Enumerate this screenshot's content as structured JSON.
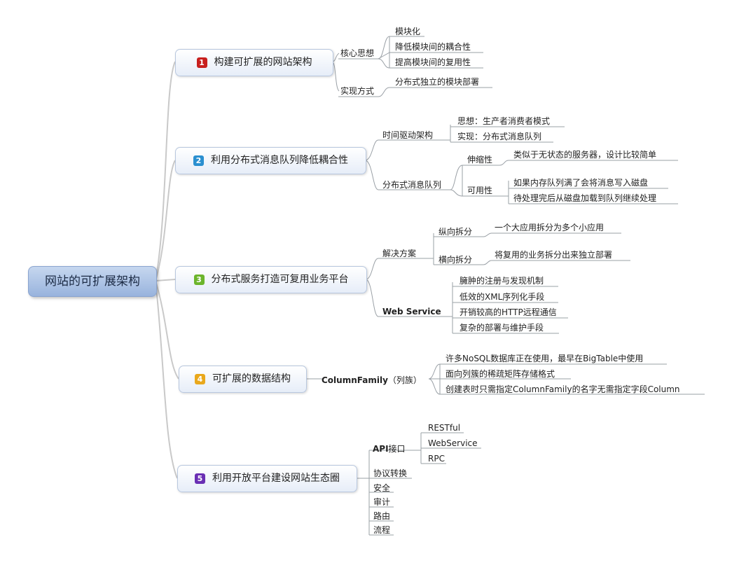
{
  "central": "网站的可扩展架构",
  "topics": [
    {
      "num": "1",
      "badge_color": "#c8201e",
      "label": "构建可扩展的网站架构",
      "children": [
        {
          "label": "核心思想",
          "children": [
            "模块化",
            "降低模块间的耦合性",
            "提高模块间的复用性"
          ]
        },
        {
          "label": "实现方式",
          "children": [
            "分布式独立的模块部署"
          ]
        }
      ]
    },
    {
      "num": "2",
      "badge_color": "#2a8fd0",
      "label": "利用分布式消息队列降低耦合性",
      "children": [
        {
          "label": "时间驱动架构",
          "children": [
            "思想：生产者消费者模式",
            "实现：分布式消息队列"
          ]
        },
        {
          "label": "分布式消息队列",
          "children": [
            {
              "label": "伸缩性",
              "children": [
                "类似于无状态的服务器，设计比较简单"
              ]
            },
            {
              "label": "可用性",
              "children": [
                "如果内存队列满了会将消息写入磁盘",
                "待处理完后从磁盘加载到队列继续处理"
              ]
            }
          ]
        }
      ]
    },
    {
      "num": "3",
      "badge_color": "#6cb52c",
      "label": "分布式服务打造可复用业务平台",
      "children": [
        {
          "label": "解决方案",
          "children": [
            {
              "label": "纵向拆分",
              "children": [
                "一个大应用拆分为多个小应用"
              ]
            },
            {
              "label": "横向拆分",
              "children": [
                "将复用的业务拆分出来独立部署"
              ]
            }
          ]
        },
        {
          "label": "Web Service",
          "children": [
            "臃肿的注册与发现机制",
            "低效的XML序列化手段",
            "开销较高的HTTP远程通信",
            "复杂的部署与维护手段"
          ]
        }
      ]
    },
    {
      "num": "4",
      "badge_color": "#e9a81c",
      "label": "可扩展的数据结构",
      "children": [
        {
          "label_bold": "ColumnFamily",
          "label_rest": "（列族）",
          "children": [
            "许多NoSQL数据库正在使用，最早在BigTable中使用",
            "面向列簇的稀疏矩阵存储格式",
            "创建表时只需指定ColumnFamily的名字无需指定字段Column"
          ]
        }
      ]
    },
    {
      "num": "5",
      "badge_color": "#6a2fb4",
      "label": "利用开放平台建设网站生态圈",
      "children": [
        {
          "label_bold": "API",
          "label_rest": "接口",
          "children": [
            "RESTful",
            "WebService",
            "RPC"
          ]
        },
        {
          "label": "协议转换"
        },
        {
          "label": "安全"
        },
        {
          "label": "审计"
        },
        {
          "label": "路由"
        },
        {
          "label": "流程"
        }
      ]
    }
  ]
}
